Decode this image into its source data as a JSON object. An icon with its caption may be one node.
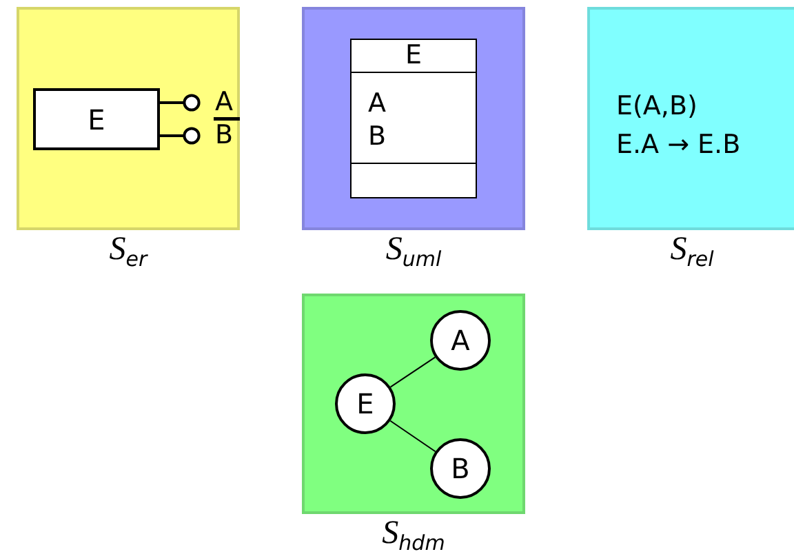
{
  "diagram": {
    "nodes": [
      {
        "text": [],
        "shape": "box",
        "beside": [
          "S$_{er}$"
        ]
      },
      {
        "text": [
          "E"
        ],
        "in": 0
      },
      {
        "text": [
          "A"
        ],
        "in": 0
      },
      {
        "text": [
          "B"
        ],
        "in": 0
      },
      {
        "text": [],
        "shape": "box",
        "beside": [
          "S$_{uml}$"
        ]
      },
      {
        "text": [
          "E",
          "A",
          "B"
        ],
        "in": 4
      },
      {
        "text": [
          "E(A,B)",
          "E.A → E.B"
        ],
        "beside": [
          "S$_{rel}$"
        ]
      },
      {
        "text": [],
        "shape": "box",
        "beside": [
          "S$_{hdm}$"
        ]
      },
      {
        "text": [
          "E"
        ],
        "in": 7
      },
      {
        "text": [
          "A"
        ],
        "in": 7
      },
      {
        "text": [
          "B"
        ],
        "in": 7
      }
    ],
    "edges": [
      {
        "from": 1,
        "to": 2,
        "arrow": "other"
      },
      {
        "from": 1,
        "to": 3,
        "arrow": "other"
      },
      {
        "from": 8,
        "to": 9,
        "arrow": "none"
      },
      {
        "from": 8,
        "to": 10,
        "arrow": "none"
      }
    ]
  }
}
